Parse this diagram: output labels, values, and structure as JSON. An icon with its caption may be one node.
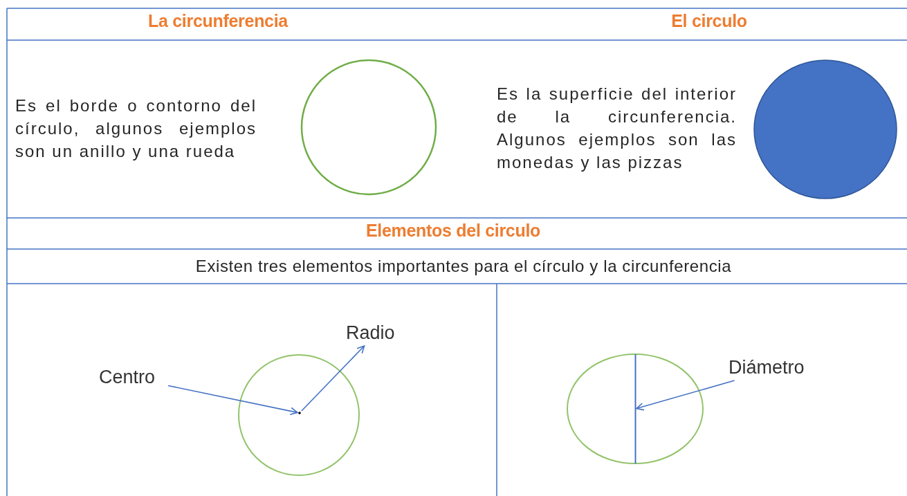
{
  "diagram": {
    "nodes": [
      {
        "text": [],
        "shape": "circle"
      },
      {
        "text": [],
        "shape": "circle"
      },
      {
        "text": [
          "Centro"
        ]
      },
      {
        "text": [],
        "shape": "dot"
      },
      {
        "text": [
          "Radio"
        ]
      },
      {
        "text": [
          "Diámetro"
        ]
      },
      {
        "text": [],
        "shape": "line"
      }
    ],
    "edges": [
      {
        "from": 2,
        "to": 3,
        "arrow": "to"
      },
      {
        "from": 3,
        "to": 4,
        "arrow": "to"
      },
      {
        "from": 5,
        "to": 6,
        "arrow": "to"
      }
    ],
    "labels": [
      "La circunferencia",
      "El circulo",
      "Es el borde o contorno del círculo, algunos ejemplos son un anillo y una rueda",
      "Es la superficie del interior de la circunferencia. Algunos ejemplos son las monedas y las pizzas",
      "Elementos del circulo",
      "Existen tres elementos importantes para el círculo y la circunferencia"
    ]
  }
}
